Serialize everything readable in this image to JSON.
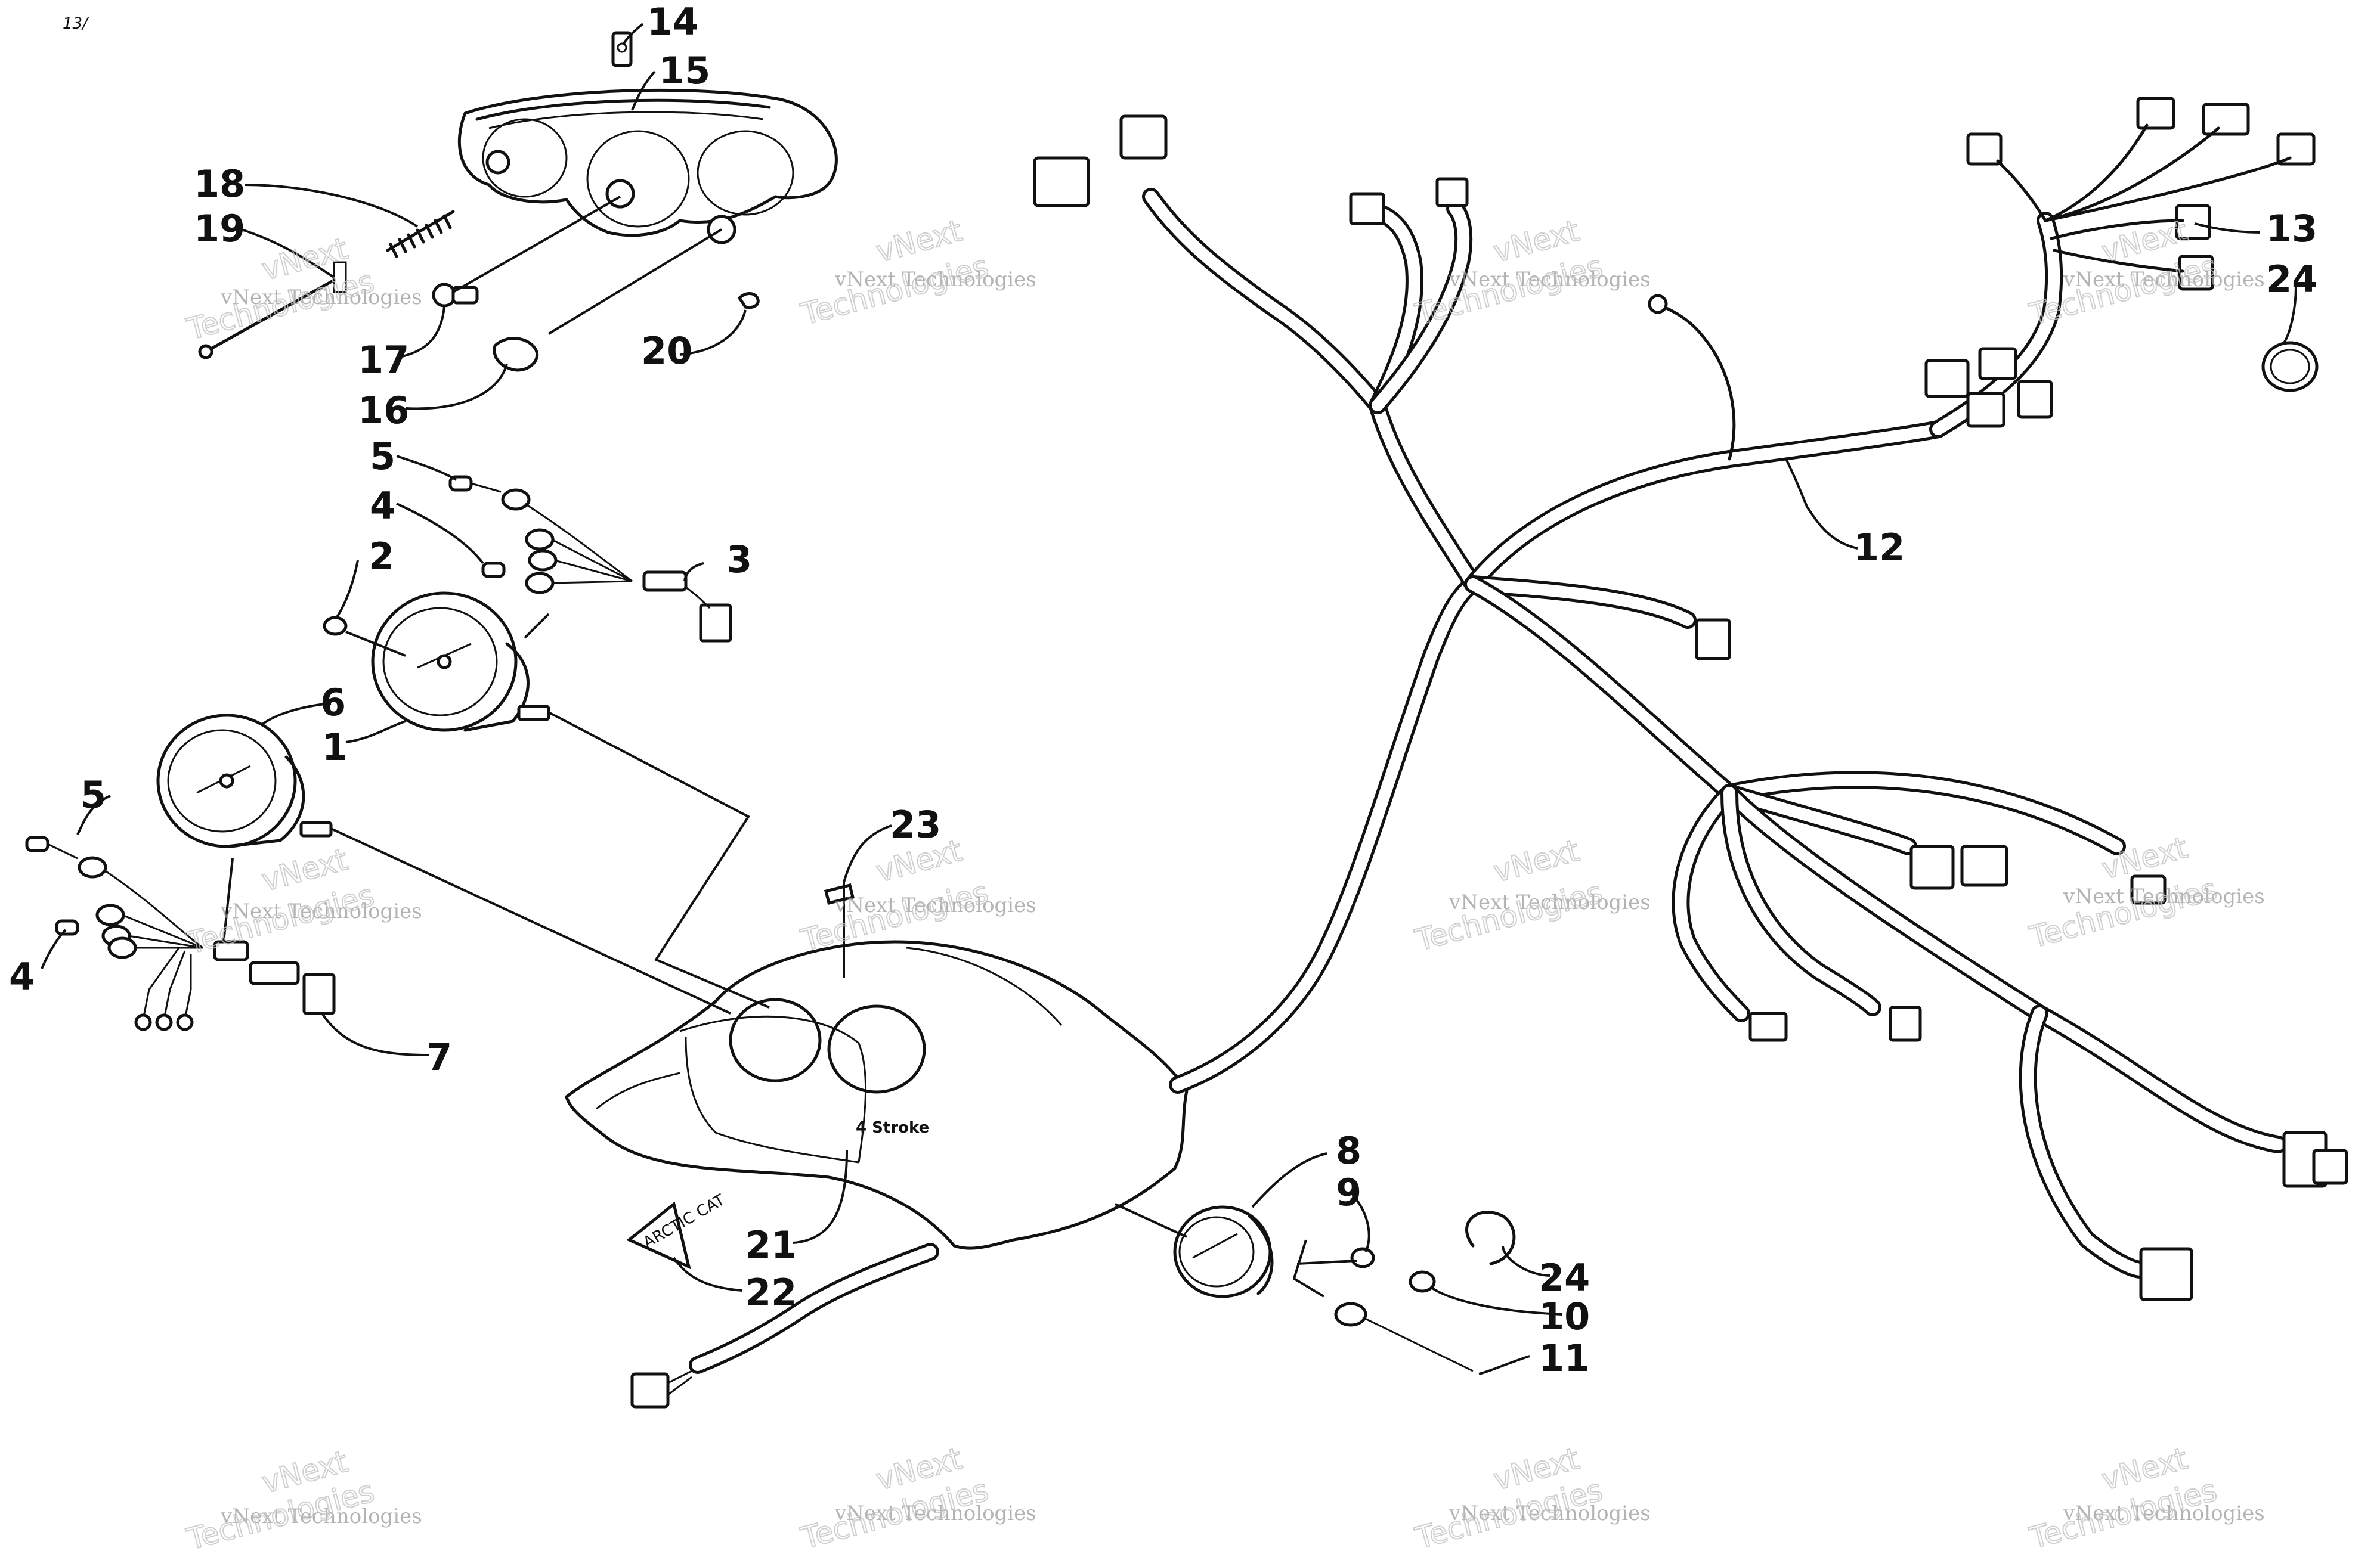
{
  "corner_mark": "13/",
  "callouts": [
    {
      "id": "c14",
      "label": "14"
    },
    {
      "id": "c15",
      "label": "15"
    },
    {
      "id": "c18",
      "label": "18"
    },
    {
      "id": "c19",
      "label": "19"
    },
    {
      "id": "c17",
      "label": "17"
    },
    {
      "id": "c16",
      "label": "16"
    },
    {
      "id": "c20",
      "label": "20"
    },
    {
      "id": "c5a",
      "label": "5"
    },
    {
      "id": "c4a",
      "label": "4"
    },
    {
      "id": "c2",
      "label": "2"
    },
    {
      "id": "c3",
      "label": "3"
    },
    {
      "id": "c6",
      "label": "6"
    },
    {
      "id": "c1",
      "label": "1"
    },
    {
      "id": "c5b",
      "label": "5"
    },
    {
      "id": "c4b",
      "label": "4"
    },
    {
      "id": "c7",
      "label": "7"
    },
    {
      "id": "c23",
      "label": "23"
    },
    {
      "id": "c21",
      "label": "21"
    },
    {
      "id": "c22",
      "label": "22"
    },
    {
      "id": "c8",
      "label": "8"
    },
    {
      "id": "c9",
      "label": "9"
    },
    {
      "id": "c24a",
      "label": "24"
    },
    {
      "id": "c10",
      "label": "10"
    },
    {
      "id": "c11",
      "label": "11"
    },
    {
      "id": "c12",
      "label": "12"
    },
    {
      "id": "c13",
      "label": "13"
    },
    {
      "id": "c24b",
      "label": "24"
    }
  ],
  "watermark": {
    "line1": "vNext Technologies",
    "line2": "vNext",
    "line3": "Technologies"
  },
  "decal_text": "ARCTIC CAT",
  "bezel_text": "4 Stroke"
}
